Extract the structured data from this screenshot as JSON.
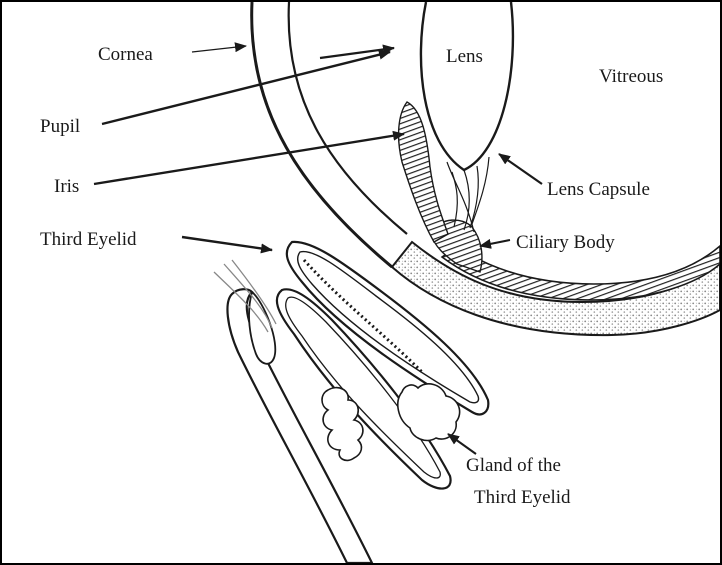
{
  "figure": {
    "labels": {
      "cornea": "Cornea",
      "lens": "Lens",
      "vitreous": "Vitreous",
      "pupil": "Pupil",
      "iris": "Iris",
      "lens_capsule": "Lens Capsule",
      "third_eyelid": "Third Eyelid",
      "ciliary_body": "Ciliary Body",
      "gland_line1": "Gland of the",
      "gland_line2": "Third Eyelid"
    },
    "colors": {
      "line": "#1a1a1a",
      "frame": "#000000",
      "background": "#ffffff",
      "stipple": "#8a8a8a"
    }
  }
}
